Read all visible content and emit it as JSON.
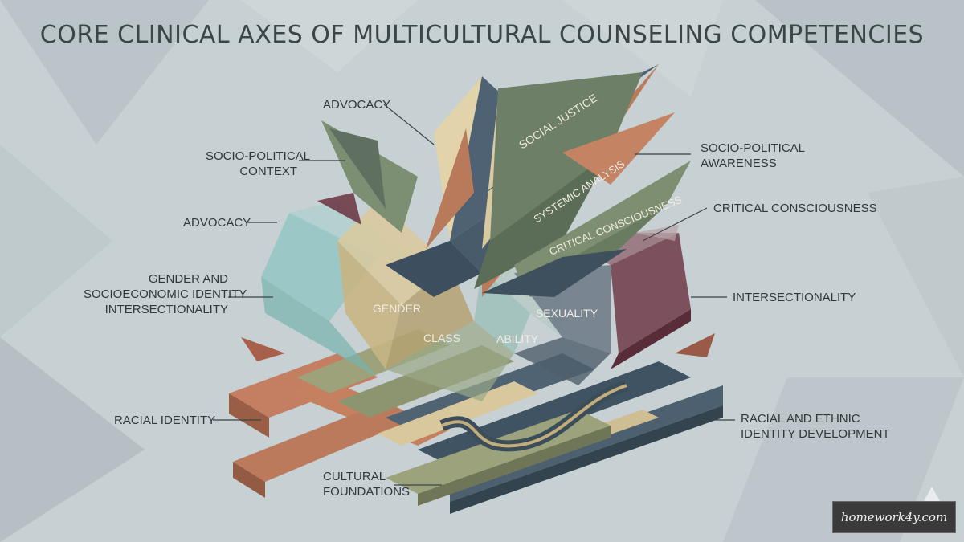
{
  "title": "CORE CLINICAL AXES OF MULTICULTURAL COUNSELING COMPETENCIES",
  "callouts": {
    "advocacy_top": "ADVOCACY",
    "socio_political_context": [
      "SOCIO-POLITICAL",
      "CONTEXT"
    ],
    "advocacy_left": "ADVOCACY",
    "gender_socioeconomic": [
      "GENDER AND",
      "SOCIOECONOMIC IDENTITY",
      "INTERSECTIONALITY"
    ],
    "racial_identity": "RACIAL IDENTITY",
    "cultural_foundations": [
      "CULTURAL",
      "FOUNDATIONS"
    ],
    "socio_political_awareness": [
      "SOCIO-POLITICAL",
      "AWARENESS"
    ],
    "critical_consciousness": "CRITICAL CONSCIOUSNESS",
    "intersectionality": "INTERSECTIONALITY",
    "racial_ethnic_development": [
      "RACIAL AND ETHNIC",
      "IDENTITY DEVELOPMENT"
    ]
  },
  "shard_labels": {
    "social_justice": "SOCIAL JUSTICE",
    "systemic_analysis": "SYSTEMIC ANALYSIS",
    "critical_consciousness": "CRITICAL CONSCIOUSNESS"
  },
  "prism_labels": {
    "gender": "GENDER",
    "class": "CLASS",
    "ability": "ABILITY",
    "sexuality": "SEXUALITY"
  },
  "watermark": "homework4y.com",
  "colors": {
    "background": "#c9d2d4",
    "terracotta": "#b9745a",
    "sage": "#7e8f6f",
    "slate_blue": "#4f6473",
    "plum": "#6e3b48",
    "teal_glass": "#8cc3c0",
    "sand": "#d8c9a0"
  }
}
